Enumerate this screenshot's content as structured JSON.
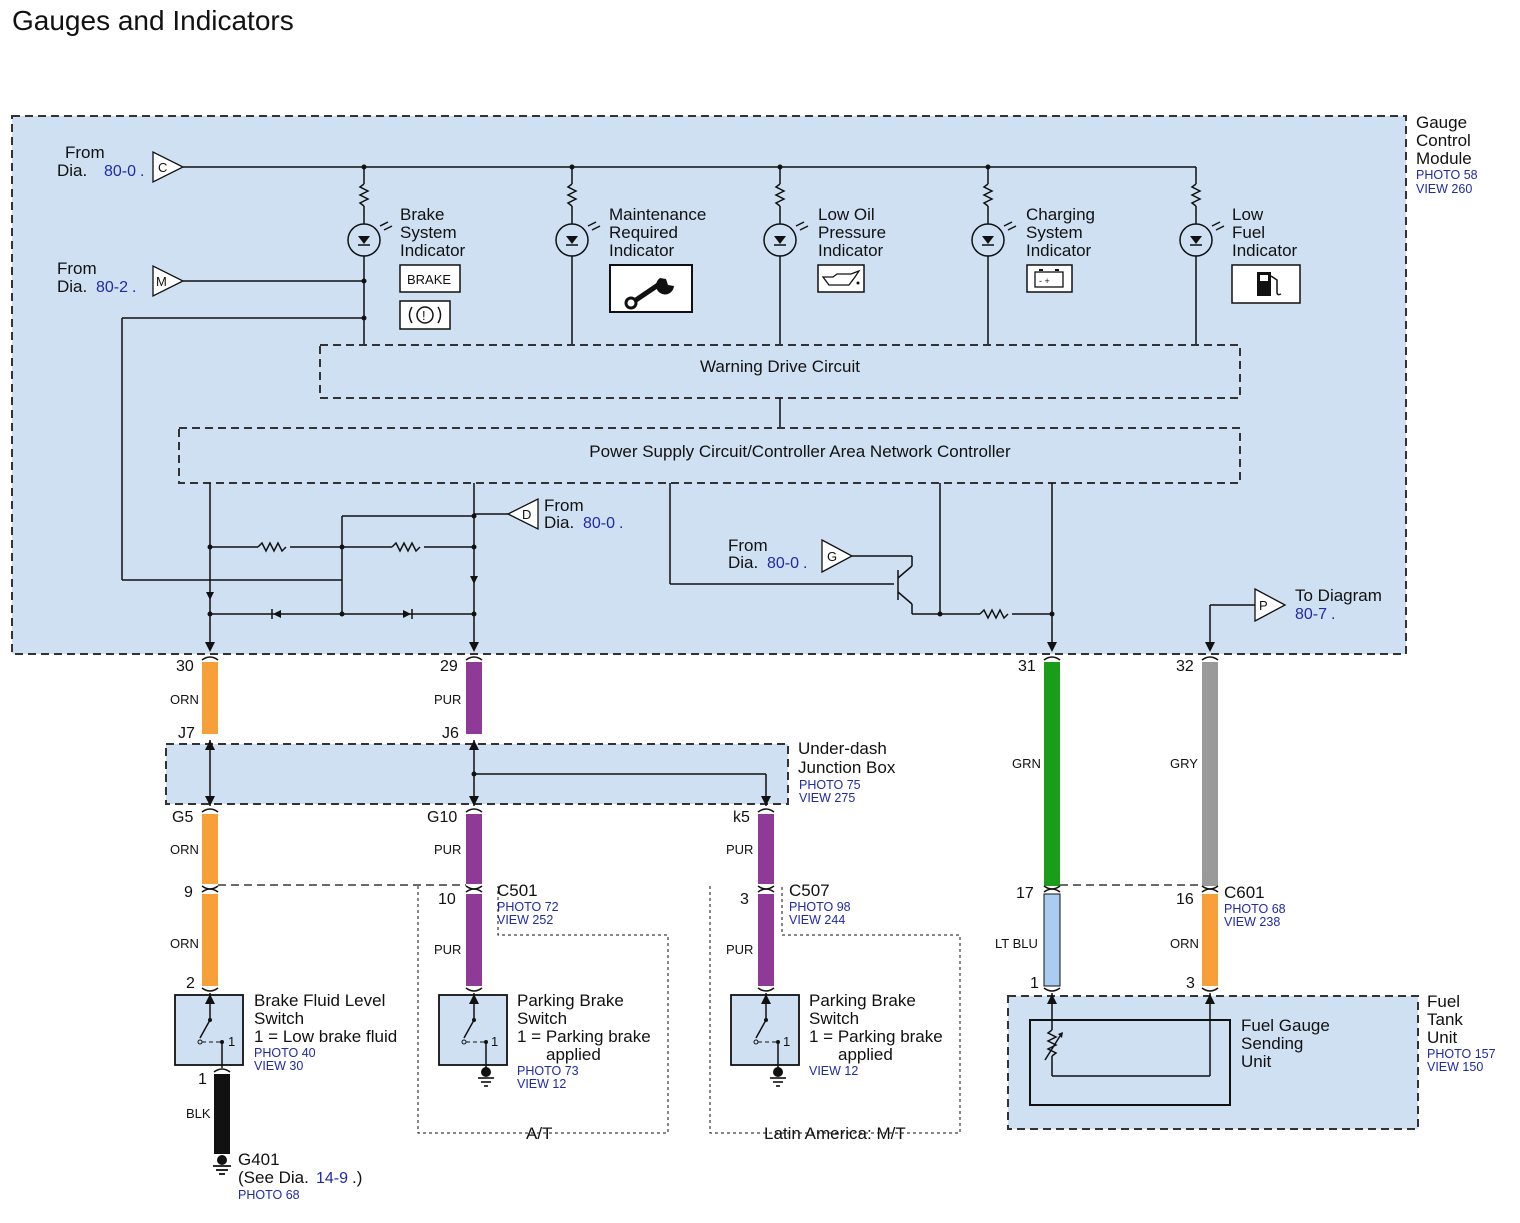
{
  "title": "Gauges and Indicators",
  "gcm": {
    "name": [
      "Gauge",
      "Control",
      "Module"
    ],
    "photo": "PHOTO 58",
    "view": "VIEW 260"
  },
  "from_c": {
    "line1": "From",
    "line2a": "Dia.",
    "line2b": "80-0",
    "line2c": ".",
    "letter": "C"
  },
  "from_m": {
    "line1": "From",
    "line2a": "Dia.",
    "line2b": "80-2",
    "line2c": ".",
    "letter": "M"
  },
  "from_d": {
    "line1": "From",
    "line2a": "Dia.",
    "line2b": "80-0",
    "line2c": ".",
    "letter": "D"
  },
  "from_g": {
    "line1": "From",
    "line2a": "Dia.",
    "line2b": "80-0",
    "line2c": ".",
    "letter": "G"
  },
  "to_p": {
    "line1": "To Diagram",
    "line2": "80-7",
    "line2c": ".",
    "letter": "P"
  },
  "indicators": [
    {
      "name": [
        "Brake",
        "System",
        "Indicator"
      ],
      "label": "BRAKE"
    },
    {
      "name": [
        "Maintenance",
        "Required",
        "Indicator"
      ]
    },
    {
      "name": [
        "Low Oil",
        "Pressure",
        "Indicator"
      ]
    },
    {
      "name": [
        "Charging",
        "System",
        "Indicator"
      ]
    },
    {
      "name": [
        "Low",
        "Fuel",
        "Indicator"
      ]
    }
  ],
  "circuits": {
    "warning": "Warning Drive Circuit",
    "power": "Power Supply Circuit/Controller Area Network Controller"
  },
  "pins": {
    "p30": "30",
    "p29": "29",
    "p31": "31",
    "p32": "32",
    "j7": "J7",
    "j6": "J6",
    "g5": "G5",
    "g10": "G10",
    "k5": "k5",
    "p9": "9",
    "p10": "10",
    "p3": "3",
    "p17": "17",
    "p16": "16",
    "p2": "2",
    "p1a": "1",
    "p1b": "1",
    "p3b": "3"
  },
  "wire_colors": {
    "orn": "ORN",
    "pur": "PUR",
    "grn": "GRN",
    "gry": "GRY",
    "ltblu": "LT BLU",
    "blk": "BLK",
    "hex_orn": "#f7a03a",
    "hex_pur": "#8e3a96",
    "hex_grn": "#1a9e1a",
    "hex_gry": "#9a9a9a",
    "hex_ltblu": "#a9ccf0",
    "hex_blk": "#111111"
  },
  "junction": {
    "name": [
      "Under-dash",
      "Junction Box"
    ],
    "photo": "PHOTO 75",
    "view": "VIEW 275"
  },
  "c501": {
    "name": "C501",
    "photo": "PHOTO 72",
    "view": "VIEW 252"
  },
  "c507": {
    "name": "C507",
    "photo": "PHOTO 98",
    "view": "VIEW 244"
  },
  "c601": {
    "name": "C601",
    "photo": "PHOTO 68",
    "view": "VIEW 238"
  },
  "brake_fluid": {
    "name": [
      "Brake Fluid Level",
      "Switch",
      "1 = Low brake fluid"
    ],
    "photo": "PHOTO 40",
    "view": "VIEW 30",
    "pin": "1"
  },
  "parking_at": {
    "name": [
      "Parking Brake",
      "Switch",
      "1 = Parking brake",
      "applied"
    ],
    "photo": "PHOTO 73",
    "view": "VIEW 12",
    "pin": "1",
    "group": "A/T"
  },
  "parking_mt": {
    "name": [
      "Parking Brake",
      "Switch",
      "1 = Parking brake",
      "applied"
    ],
    "view": "VIEW 12",
    "pin": "1",
    "group": "Latin America: M/T"
  },
  "fuel_tank": {
    "name": [
      "Fuel",
      "Tank",
      "Unit"
    ],
    "photo": "PHOTO 157",
    "view": "VIEW 150"
  },
  "sending_unit": {
    "name": [
      "Fuel Gauge",
      "Sending",
      "Unit"
    ]
  },
  "ground": {
    "name": "G401",
    "see1": "(See Dia.",
    "see2": "14-9",
    "see3": ".)",
    "photo": "PHOTO 68"
  }
}
